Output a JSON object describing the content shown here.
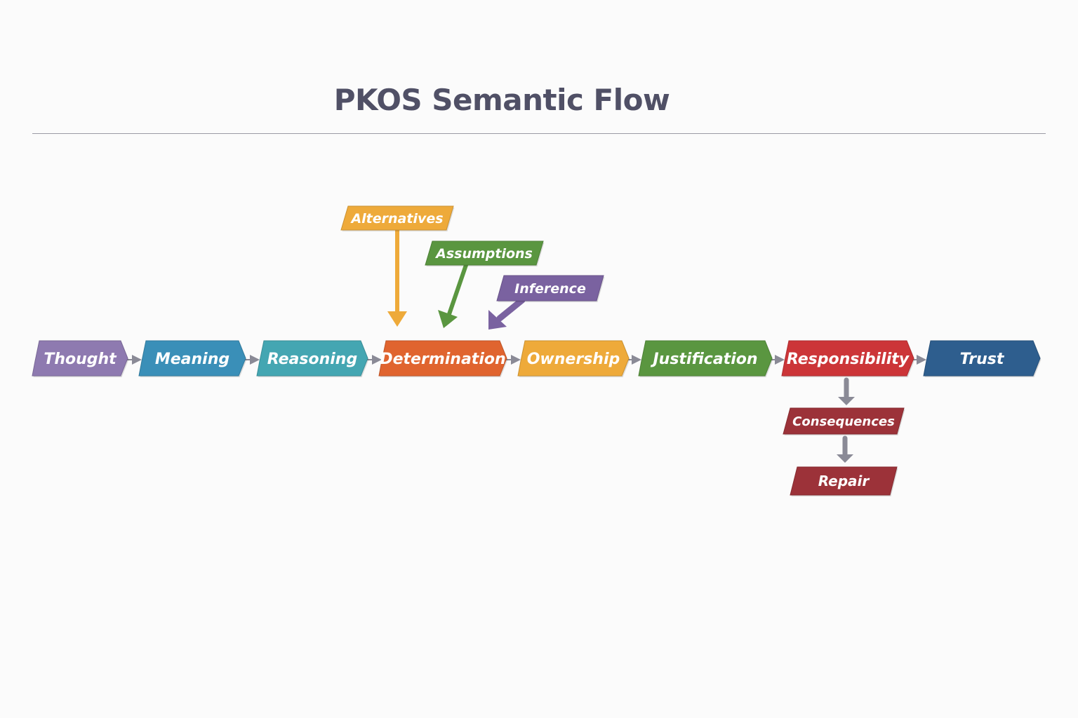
{
  "title": "PKOS Semantic Flow",
  "colors": {
    "purple": "#8e7ab0",
    "blue": "#3a8fb8",
    "teal": "#44a6b2",
    "orange": "#e0642f",
    "amber": "#eeaa3a",
    "green": "#5a9640",
    "red": "#cc3538",
    "navy": "#2e5e8e",
    "dark_red": "#9c3239",
    "arrow_gray": "#8a8a96",
    "inference_purple": "#7a62a0"
  },
  "main_flow": [
    {
      "id": "thought",
      "label": "Thought",
      "color": "#8e7ab0"
    },
    {
      "id": "meaning",
      "label": "Meaning",
      "color": "#3a8fb8"
    },
    {
      "id": "reasoning",
      "label": "Reasoning",
      "color": "#44a6b2"
    },
    {
      "id": "determination",
      "label": "Determination",
      "color": "#e0642f"
    },
    {
      "id": "ownership",
      "label": "Ownership",
      "color": "#eeaa3a"
    },
    {
      "id": "justification",
      "label": "Justification",
      "color": "#5a9640"
    },
    {
      "id": "responsibility",
      "label": "Responsibility",
      "color": "#cc3538"
    },
    {
      "id": "trust",
      "label": "Trust",
      "color": "#2e5e8e"
    }
  ],
  "inputs": [
    {
      "id": "alternatives",
      "label": "Alternatives",
      "color": "#eeaa3a",
      "target": "determination"
    },
    {
      "id": "assumptions",
      "label": "Assumptions",
      "color": "#5a9640",
      "target": "determination"
    },
    {
      "id": "inference",
      "label": "Inference",
      "color": "#7a62a0",
      "target": "determination"
    }
  ],
  "outputs": [
    {
      "id": "consequences",
      "label": "Consequences",
      "color": "#9c3239",
      "source": "responsibility"
    },
    {
      "id": "repair",
      "label": "Repair",
      "color": "#9c3239",
      "source": "consequences"
    }
  ]
}
